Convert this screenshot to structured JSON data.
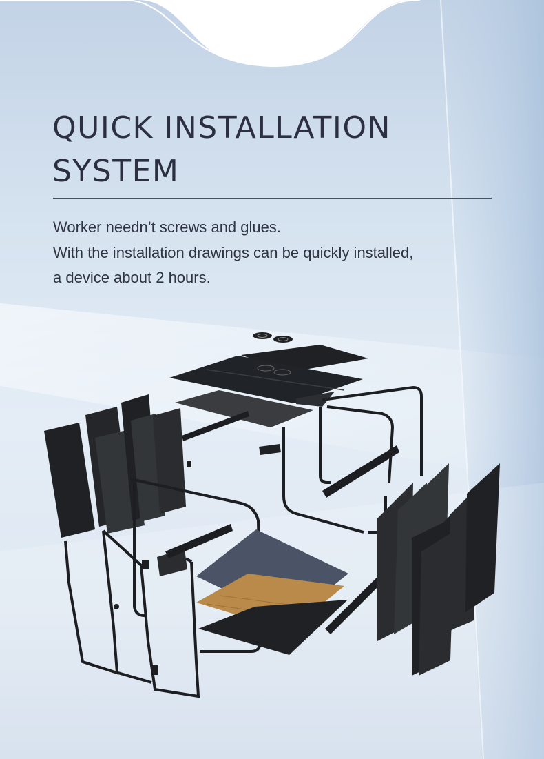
{
  "heading": {
    "line1": "QUICK INSTALLATION",
    "line2": "SYSTEM"
  },
  "description": {
    "line1": "Worker needn’t  screws and glues.",
    "line2": "With the installation drawings can be quickly installed,",
    "line3": "a device about 2 hours."
  },
  "colors": {
    "heading": "#2b2f3f",
    "panel": "#1f2125",
    "felt": "#333639",
    "carpet": "#4a5466",
    "wood": "#b98a4a",
    "background": "#d6e3f0"
  },
  "illustration": {
    "subject": "exploded view of modular booth",
    "icon": "booth-exploded-diagram"
  }
}
